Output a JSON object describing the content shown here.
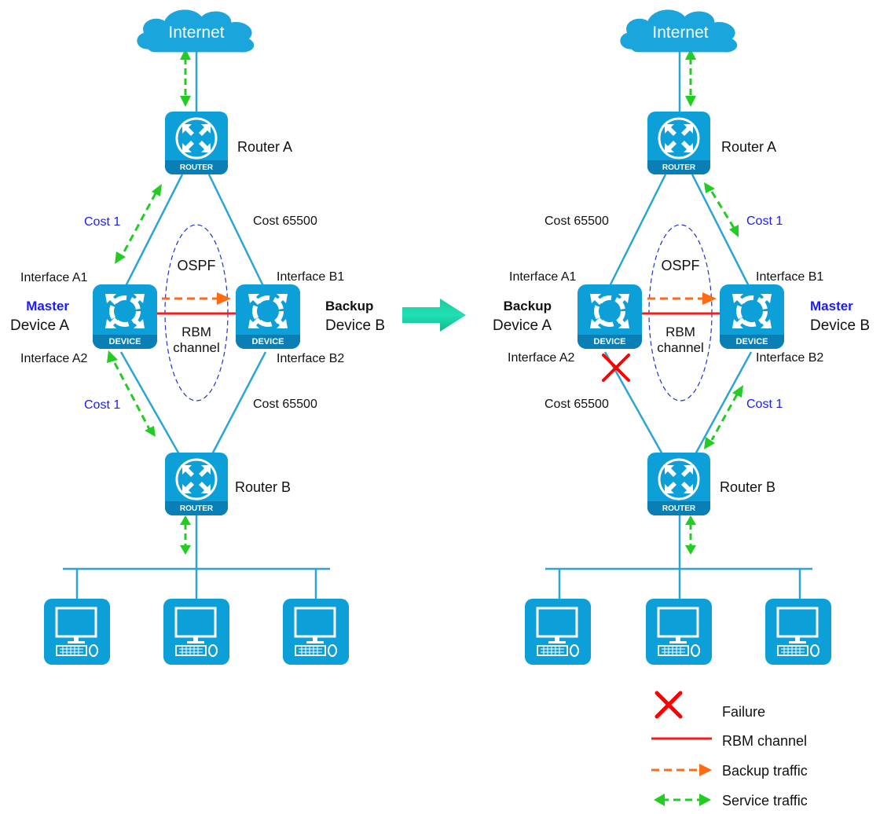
{
  "colors": {
    "device_blue": "#0c9fd8",
    "device_band": "#0a7fb5",
    "link": "#2aa6d6",
    "rbm": "#ff1a1a",
    "backup_traffic": "#ff6a13",
    "service_traffic": "#22cc22",
    "ospf": "#2233cc",
    "cost_blue": "#1a1aff",
    "failure": "#ff0000",
    "transition_arrow": "#1ed4a6"
  },
  "left": {
    "internet": "Internet",
    "router_a": {
      "name": "Router A",
      "badge": "ROUTER"
    },
    "router_b": {
      "name": "Router B",
      "badge": "ROUTER"
    },
    "device_a": {
      "role": "Master",
      "name": "Device A",
      "badge": "DEVICE",
      "if1": "Interface A1",
      "if2": "Interface A2"
    },
    "device_b": {
      "role": "Backup",
      "name": "Device B",
      "badge": "DEVICE",
      "if1": "Interface B1",
      "if2": "Interface B2"
    },
    "cost_a1": "Cost 1",
    "cost_a2": "Cost 1",
    "cost_b1": "Cost 65500",
    "cost_b2": "Cost 65500",
    "ospf": "OSPF",
    "rbm_line1": "RBM",
    "rbm_line2": "channel"
  },
  "right": {
    "internet": "Internet",
    "router_a": {
      "name": "Router A",
      "badge": "ROUTER"
    },
    "router_b": {
      "name": "Router B",
      "badge": "ROUTER"
    },
    "device_a": {
      "role": "Backup",
      "name": "Device A",
      "badge": "DEVICE",
      "if1": "Interface A1",
      "if2": "Interface A2"
    },
    "device_b": {
      "role": "Master",
      "name": "Device B",
      "badge": "DEVICE",
      "if1": "Interface B1",
      "if2": "Interface B2"
    },
    "cost_a1": "Cost 65500",
    "cost_a2": "Cost 65500",
    "cost_b1": "Cost 1",
    "cost_b2": "Cost 1",
    "ospf": "OSPF",
    "rbm_line1": "RBM",
    "rbm_line2": "channel"
  },
  "legend": [
    {
      "icon": "failure-x",
      "label": "Failure"
    },
    {
      "icon": "rbm-line",
      "label": "RBM channel"
    },
    {
      "icon": "backup-arrow",
      "label": "Backup traffic"
    },
    {
      "icon": "service-arrow",
      "label": "Service traffic"
    }
  ]
}
